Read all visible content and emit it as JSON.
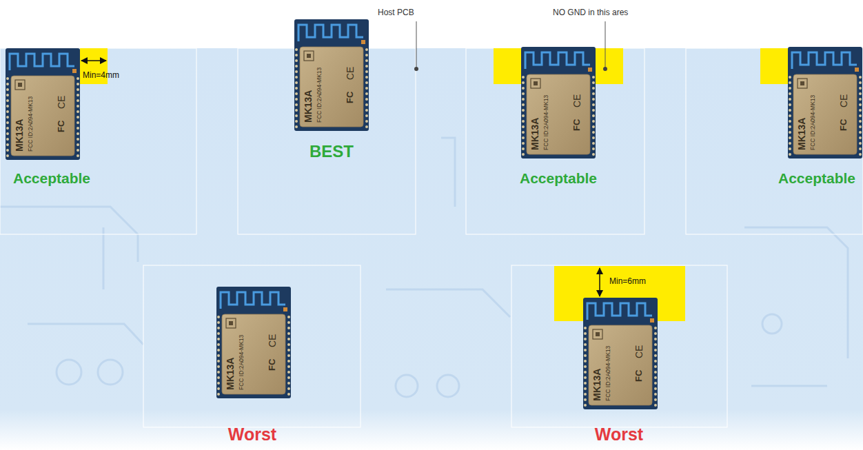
{
  "diagram": {
    "nodes": [
      {
        "text": [
          "MK13A",
          "FCC ID:2A094-MK13",
          "CE",
          "FC"
        ]
      },
      {
        "text": [
          "MK13A",
          "FCC ID:2A094-MK13",
          "CE",
          "FC"
        ]
      },
      {
        "text": [
          "MK13A",
          "FCC ID:2A094-MK13",
          "CE",
          "FC"
        ]
      },
      {
        "text": [
          "MK13A",
          "FCC ID:2A094-MK13",
          "CE",
          "FC"
        ]
      },
      {
        "text": [
          "MK13A",
          "FCC ID:2A094-MK13",
          "CE",
          "FC"
        ]
      },
      {
        "text": [
          "MK13A",
          "FCC ID:2A094-MK13",
          "CE",
          "FC"
        ]
      }
    ],
    "labels": [
      "Host PCB",
      "NO GND in this ares",
      "Min=4mm",
      "BEST",
      "Acceptable",
      "Acceptable",
      "Acceptable",
      "Min=6mm",
      "Worst",
      "Worst"
    ]
  }
}
